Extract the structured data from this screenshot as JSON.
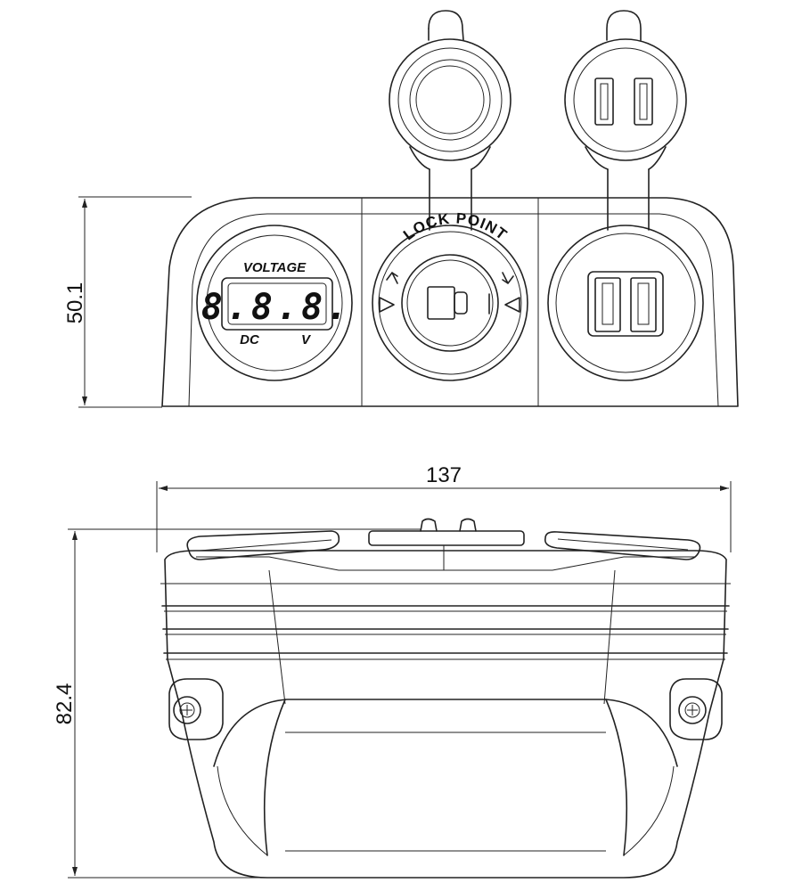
{
  "dimensions": {
    "front_height": "50.1",
    "width": "137",
    "bottom_height": "82.4"
  },
  "voltmeter": {
    "title": "VOLTAGE",
    "digits": "8.8.8.",
    "left_label": "DC",
    "right_label": "V"
  },
  "socket": {
    "ring_text": "LOCK POINT"
  }
}
